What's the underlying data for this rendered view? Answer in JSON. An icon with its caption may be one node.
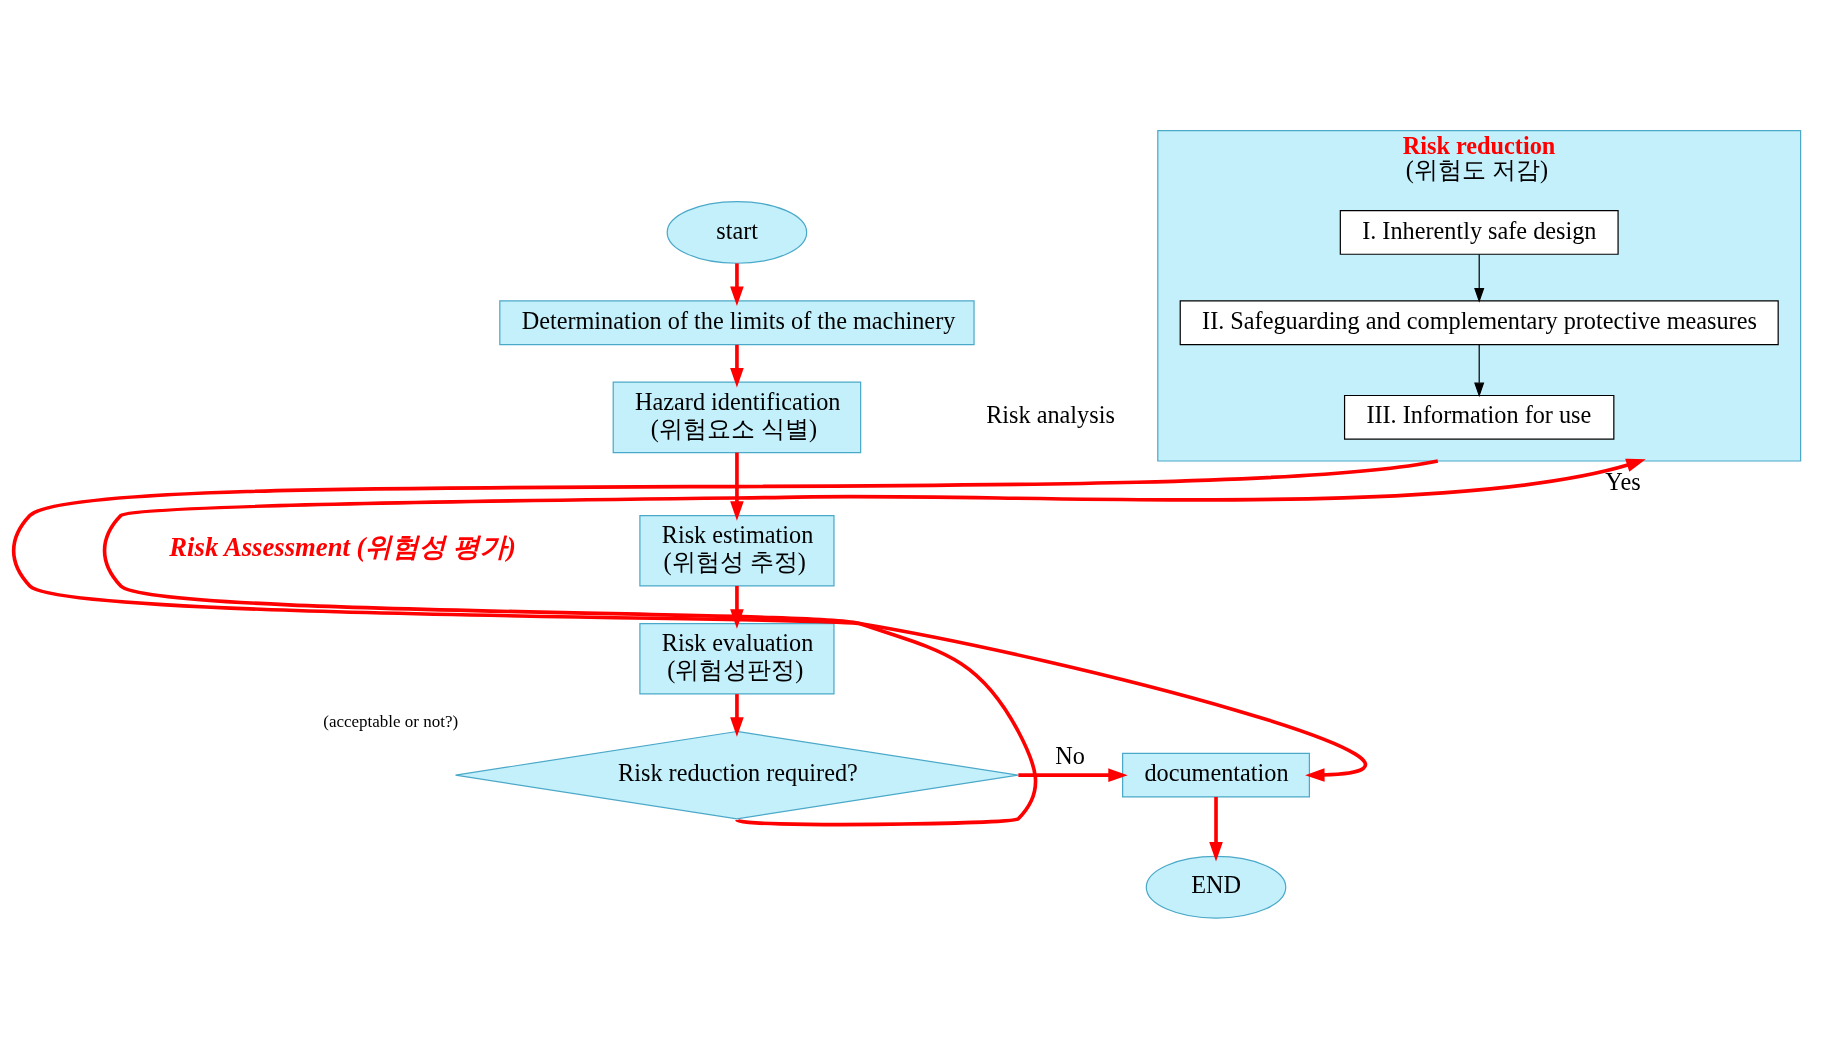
{
  "diagram": {
    "nodes": [
      {
        "text": [
          "start"
        ]
      },
      {
        "text": [
          "Determination of the limits of the machinery"
        ]
      },
      {
        "text": [
          "Hazard identification",
          "(위험요소 식별)"
        ]
      },
      {
        "text": [
          "Risk estimation",
          "(위험성 추정)"
        ]
      },
      {
        "text": [
          "Risk evaluation",
          "(위험성판정)"
        ]
      },
      {
        "text": [
          "Risk reduction required?"
        ],
        "beside": [
          "(acceptable or not?)"
        ]
      },
      {
        "text": [
          "documentation"
        ]
      },
      {
        "text": [
          "END"
        ]
      },
      {
        "text": [
          "Risk reduction",
          "(위험도 저감)"
        ]
      },
      {
        "text": [
          "I. Inherently safe design"
        ],
        "in": 8
      },
      {
        "text": [
          "II. Safeguarding and complementary protective measures"
        ],
        "in": 8
      },
      {
        "text": [
          "III. Information for use"
        ],
        "in": 8
      }
    ],
    "edges": [
      {
        "from": 0,
        "to": 1,
        "arrow": "to"
      },
      {
        "from": 1,
        "to": 2,
        "arrow": "to"
      },
      {
        "from": 2,
        "to": 3,
        "arrow": "to"
      },
      {
        "from": 3,
        "to": 4,
        "arrow": "to"
      },
      {
        "from": 4,
        "to": 5,
        "arrow": "to"
      },
      {
        "from": 5,
        "to": 6,
        "arrow": "to",
        "label": "No"
      },
      {
        "from": 6,
        "to": 7,
        "arrow": "to"
      },
      {
        "from": 5,
        "to": 8,
        "arrow": "to",
        "label": "Yes"
      },
      {
        "from": 9,
        "to": 10,
        "arrow": "to",
        "color": "#000000"
      },
      {
        "from": 10,
        "to": 11,
        "arrow": "to",
        "color": "#000000"
      },
      {
        "from": 8,
        "to": 6,
        "arrow": "to"
      }
    ],
    "labels": [
      "Risk analysis",
      "Risk Assessment (위험성 평가)"
    ]
  }
}
